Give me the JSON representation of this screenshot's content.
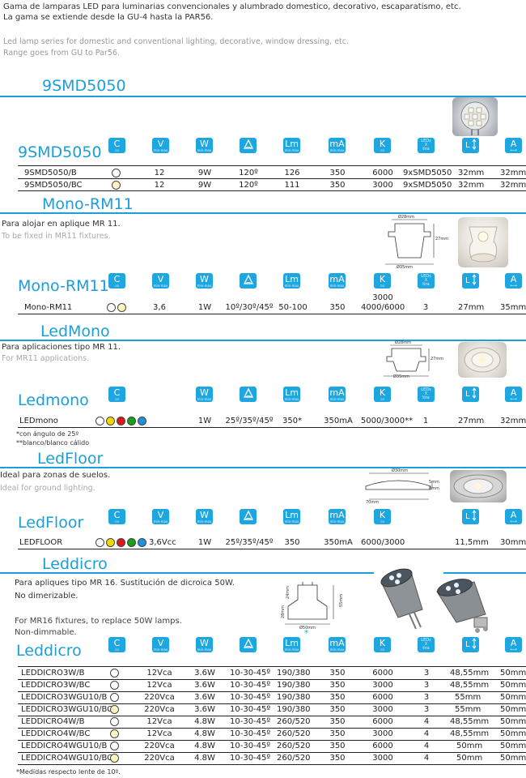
{
  "intro": {
    "es_line1": "Gama de lamparas LED para luminarias convencionales y alumbrado domestico, decorativo, escaparatismo, etc.",
    "es_line2": "La gama se extiende desde la GU-4 hasta la PAR56.",
    "en_line1": "Led lamp series for domestic and conventional lighting, decorative, window dressing, etc.",
    "en_line2": "Range goes from GU to Par56."
  },
  "icon_labels": {
    "c": "C",
    "v": "V",
    "w": "W",
    "lm": "Lm",
    "ma": "mA",
    "k": "K",
    "a": "A",
    "minmax": "min-max",
    "leds": "LEDs",
    "x": "X",
    "tira": "tira",
    "co": "co"
  },
  "sec1": {
    "title": "9SMD5050",
    "product_name": "9SMD5050",
    "rows": [
      {
        "model": "9SMD5050/B",
        "v": "12",
        "w": "9W",
        "angle": "120º",
        "lm": "126",
        "ma": "350",
        "k": "6000",
        "leds": "9xSMD5050",
        "l": "32mm",
        "a": "32mm"
      },
      {
        "model": "9SMD5050/BC",
        "v": "12",
        "w": "9W",
        "angle": "120º",
        "lm": "111",
        "ma": "350",
        "k": "3000",
        "leds": "9xSMD5050",
        "l": "32mm",
        "a": "32mm"
      }
    ]
  },
  "sec2": {
    "title": "Mono-RM11",
    "desc_es": "Para alojar en aplique MR 11.",
    "desc_en": "To be fixed in MR11 fixtures.",
    "dim_top": "Ø28mm",
    "dim_side": "27mm",
    "dim_bottom": "Ø35mm",
    "product_name": "Mono-RM11",
    "row": {
      "model": "Mono-RM11",
      "v": "3,6",
      "w": "1W",
      "angle": "10º/30º/45º",
      "lm": "50-100",
      "ma": "350",
      "k_top": "3000",
      "k_bottom": "4000/6000",
      "leds": "3",
      "l": "27mm",
      "a": "35mm"
    }
  },
  "sec3": {
    "title": "LedMono",
    "desc_es": "Para aplicaciones tipo MR 11.",
    "desc_en": "For MR11 applications.",
    "dim_top": "Ø28mm",
    "dim_side": "27mm",
    "dim_bottom": "Ø35mm",
    "product_name": "Ledmono",
    "row": {
      "model": "LEDmono",
      "w": "1W",
      "angle": "25º/35º/45º",
      "lm": "350*",
      "ma": "350mA",
      "k": "5000/3000**",
      "leds": "1",
      "l": "27mm",
      "a": "32mm"
    },
    "note1": "*con ángulo de 25º",
    "note2": "**blanco/blanco cálido"
  },
  "sec4": {
    "title": "LedFloor",
    "desc_es": "Ideal para zonas de suelos.",
    "desc_en": "Ideal for ground lighting.",
    "dim_top": "Ø30mm",
    "dim_side1": "5mm",
    "dim_side2": "8mm",
    "dim_bottom": "70mm",
    "product_name": "LedFloor",
    "row": {
      "model": "LEDFLOOR",
      "v": "3,6Vcc",
      "w": "1W",
      "angle": "25º/35º/45º",
      "lm": "350",
      "ma": "350mA",
      "k": "6000/3000",
      "l": "11,5mm",
      "a": "30mm"
    }
  },
  "sec5": {
    "title": "Leddicro",
    "desc_es1": "Para apliques tipo MR 16. Sustitución de dicroica 50W.",
    "desc_es2": "No dimerizable.",
    "desc_en1": "For MR16 fixtures, to replace 50W lamps.",
    "desc_en2": "Non-dimmable.",
    "dim_side": "55mm",
    "dim_top": "24mm",
    "dim_left": "28mm",
    "dim_bottom": "Ø50mm",
    "product_name": "Leddicro",
    "rows": [
      {
        "model": "LEDDICRO3W/B",
        "v": "12Vca",
        "w": "3.6W",
        "angle": "10-30-45º",
        "lm": "190/380",
        "ma": "350",
        "k": "6000",
        "leds": "3",
        "l": "48,55mm",
        "a": "50mm"
      },
      {
        "model": "LEDDICRO3W/BC",
        "v": "12Vca",
        "w": "3.6W",
        "angle": "10-30-45º",
        "lm": "190/380",
        "ma": "350",
        "k": "3000",
        "leds": "3",
        "l": "48,55mm",
        "a": "50mm"
      },
      {
        "model": "LEDDICRO3WGU10/B",
        "v": "220Vca",
        "w": "3.6W",
        "angle": "10-30-45º",
        "lm": "190/380",
        "ma": "350",
        "k": "6000",
        "leds": "3",
        "l": "55mm",
        "a": "50mm"
      },
      {
        "model": "LEDDICRO3WGU10/BC",
        "v": "220Vca",
        "w": "3.6W",
        "angle": "10-30-45º",
        "lm": "190/380",
        "ma": "350",
        "k": "3000",
        "leds": "3",
        "l": "55mm",
        "a": "50mm"
      },
      {
        "model": "LEDDICRO4W/B",
        "v": "12Vca",
        "w": "4.8W",
        "angle": "10-30-45º",
        "lm": "260/520",
        "ma": "350",
        "k": "6000",
        "leds": "4",
        "l": "48,55mm",
        "a": "50mm"
      },
      {
        "model": "LEDDICRO4W/BC",
        "v": "12Vca",
        "w": "4.8W",
        "angle": "10-30-45º",
        "lm": "260/520",
        "ma": "350",
        "k": "3000",
        "leds": "4",
        "l": "48,55mm",
        "a": "50mm"
      },
      {
        "model": "LEDDICRO4WGU10/B",
        "v": "220Vca",
        "w": "4.8W",
        "angle": "10-30-45º",
        "lm": "260/520",
        "ma": "350",
        "k": "6000",
        "leds": "4",
        "l": "50mm",
        "a": "50mm"
      },
      {
        "model": "LEDDICRO4WGU10/BC",
        "v": "220Vca",
        "w": "4.8W",
        "angle": "10-30-45º",
        "lm": "260/520",
        "ma": "350",
        "k": "3000",
        "leds": "4",
        "l": "50mm",
        "a": "50mm"
      }
    ],
    "footnote": "*Medidas respecto lente de 10º."
  },
  "colors": {
    "accent": "#1a9fd8",
    "icon_bg": "#1ea6e0",
    "dot_white": "#ffffff",
    "dot_warm": "#fff6c0",
    "dot_yellow": "#f3d800",
    "dot_red": "#e01818",
    "dot_green": "#18a018",
    "dot_blue": "#1e90e0"
  }
}
